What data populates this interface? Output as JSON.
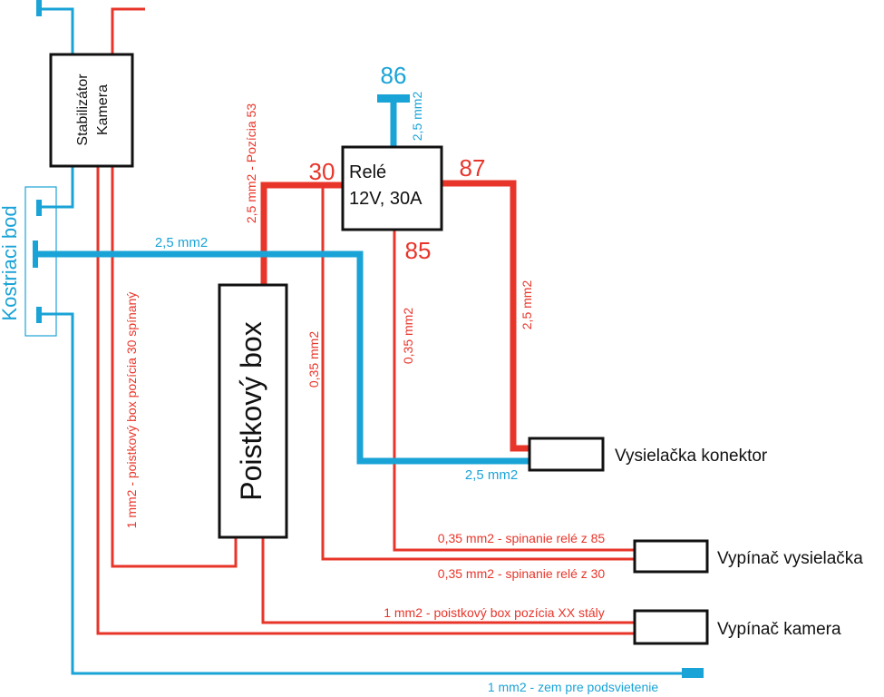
{
  "colors": {
    "red": "#e8352a",
    "blue": "#1aa3d6",
    "black": "#111111"
  },
  "components": {
    "stabilizer": {
      "line1": "Stabilizátor",
      "line2": "Kamera"
    },
    "fuse_box": {
      "label": "Poistkový box"
    },
    "relay": {
      "line1": "Relé",
      "line2": "12V, 30A"
    },
    "radio_connector": {
      "label": "Vysielačka konektor"
    },
    "radio_switch": {
      "label": "Vypínač vysielačka"
    },
    "camera_switch": {
      "label": "Vypínač kamera"
    },
    "ground_point": {
      "label": "Kostriaci bod"
    }
  },
  "pins": {
    "p86": "86",
    "p30": "30",
    "p87": "87",
    "p85": "85"
  },
  "wire_labels": {
    "ground_main": "2,5 mm2",
    "ground_connector": "2,5 mm2",
    "relay_86": "2,5 mm2",
    "fuse_to_relay": "2,5 mm2 - Pozícia 53",
    "relay_87_out": "2,5 mm2",
    "switch_30": "0,35 mm2",
    "switch_85": "0,35 mm2",
    "camera_switched": "1 mm2 - poistkový box pozícia 30 spínaný",
    "relay85_switch": "0,35 mm2 - spinanie relé z 85",
    "relay30_switch": "0,35 mm2 - spinanie relé z 30",
    "fuse_xx": "1 mm2 - poistkový box pozícia XX stály",
    "ground_light": "1 mm2 - zem pre podsvietenie"
  }
}
